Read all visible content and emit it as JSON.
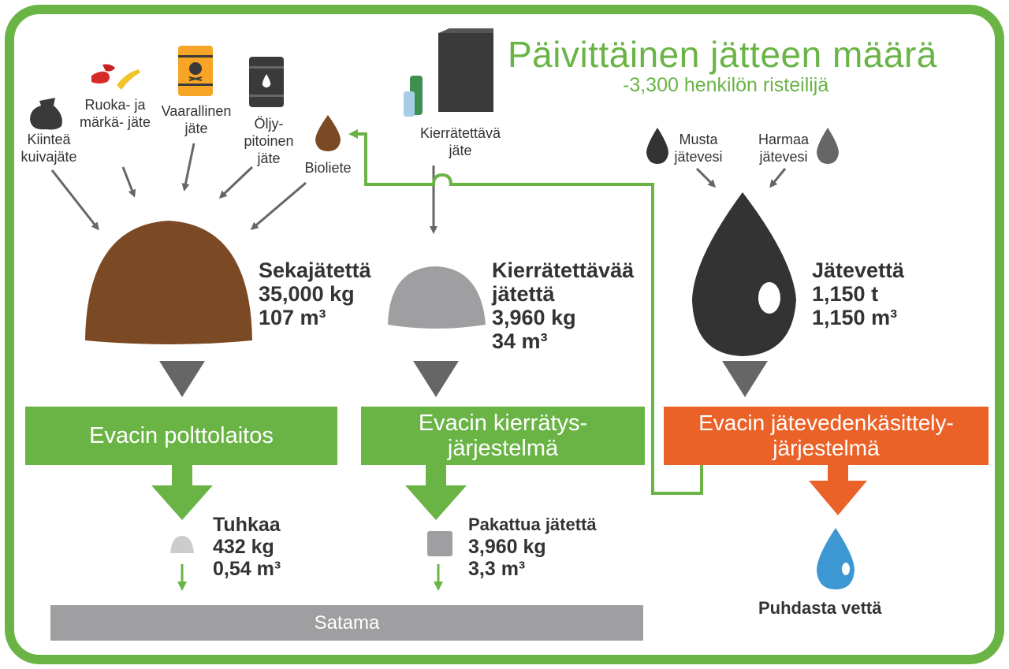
{
  "title": "Päivittäinen jätteen määrä",
  "subtitle": "-3,300 henkilön risteilijä",
  "sources": {
    "dry": "Kiinteä kuivajäte",
    "food": "Ruoka- ja märkä- jäte",
    "hazard": "Vaarallinen jäte",
    "oil": "Öljy- pitoinen jäte",
    "bio": "Bioliete",
    "recyc": "Kierrätettävä jäte",
    "black": "Musta jätevesi",
    "grey": "Harmaa jätevesi"
  },
  "piles": {
    "mixed": {
      "label": "Sekajätettä",
      "mass": "35,000 kg",
      "volume": "107 m³"
    },
    "recycle": {
      "label_1": "Kierrätettävää",
      "label_2": "jätettä",
      "mass": "3,960 kg",
      "volume": "34 m³"
    },
    "water": {
      "label": "Jätevettä",
      "mass": "1,150 t",
      "volume": "1,150 m³"
    }
  },
  "processes": {
    "incinerator": "Evacin polttolaitos",
    "recycling_1": "Evacin kierrätys-",
    "recycling_2": "järjestelmä",
    "wastewater_1": "Evacin jätevedenkäsittely-",
    "wastewater_2": "järjestelmä"
  },
  "outputs": {
    "ash": {
      "label": "Tuhkaa",
      "mass": "432 kg",
      "volume": "0,54 m³"
    },
    "packed": {
      "label": "Pakattua jätettä",
      "mass": "3,960 kg",
      "volume": "3,3 m³"
    },
    "water": "Puhdasta vettä"
  },
  "port": "Satama",
  "colors": {
    "green": "#6ab446",
    "orange": "#eb6229",
    "brown": "#7b4a25",
    "gray": "#666666",
    "dark": "#333333",
    "lightgray": "#9f9fa1",
    "blue": "#3d97d3"
  }
}
